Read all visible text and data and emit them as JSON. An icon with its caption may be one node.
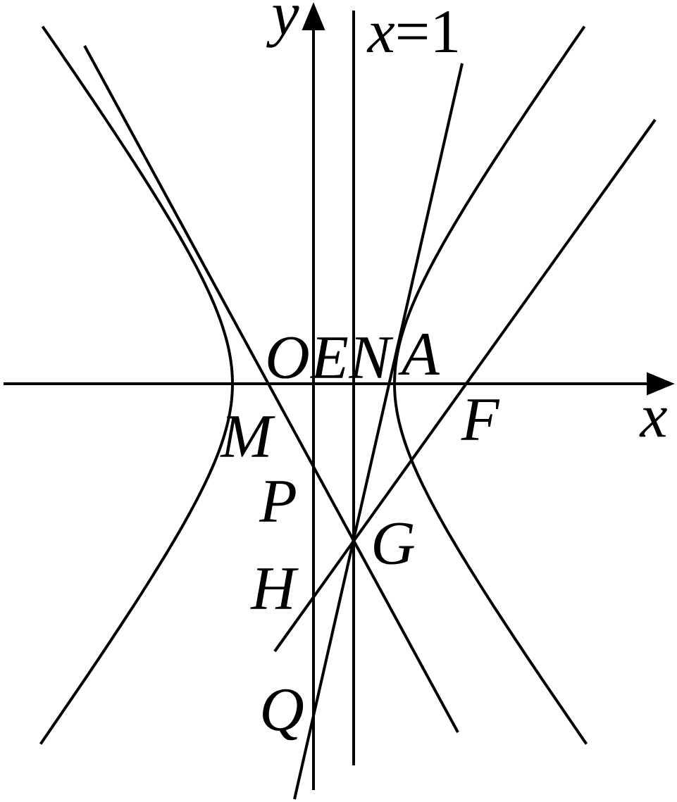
{
  "diagram": {
    "labels": [
      "*y*",
      "*x*=1",
      "*O*",
      "*E*",
      "*N*",
      "*A*",
      "*F*",
      "*x*",
      "*M*",
      "*P*",
      "*G*",
      "*H*",
      "*Q*"
    ]
  }
}
